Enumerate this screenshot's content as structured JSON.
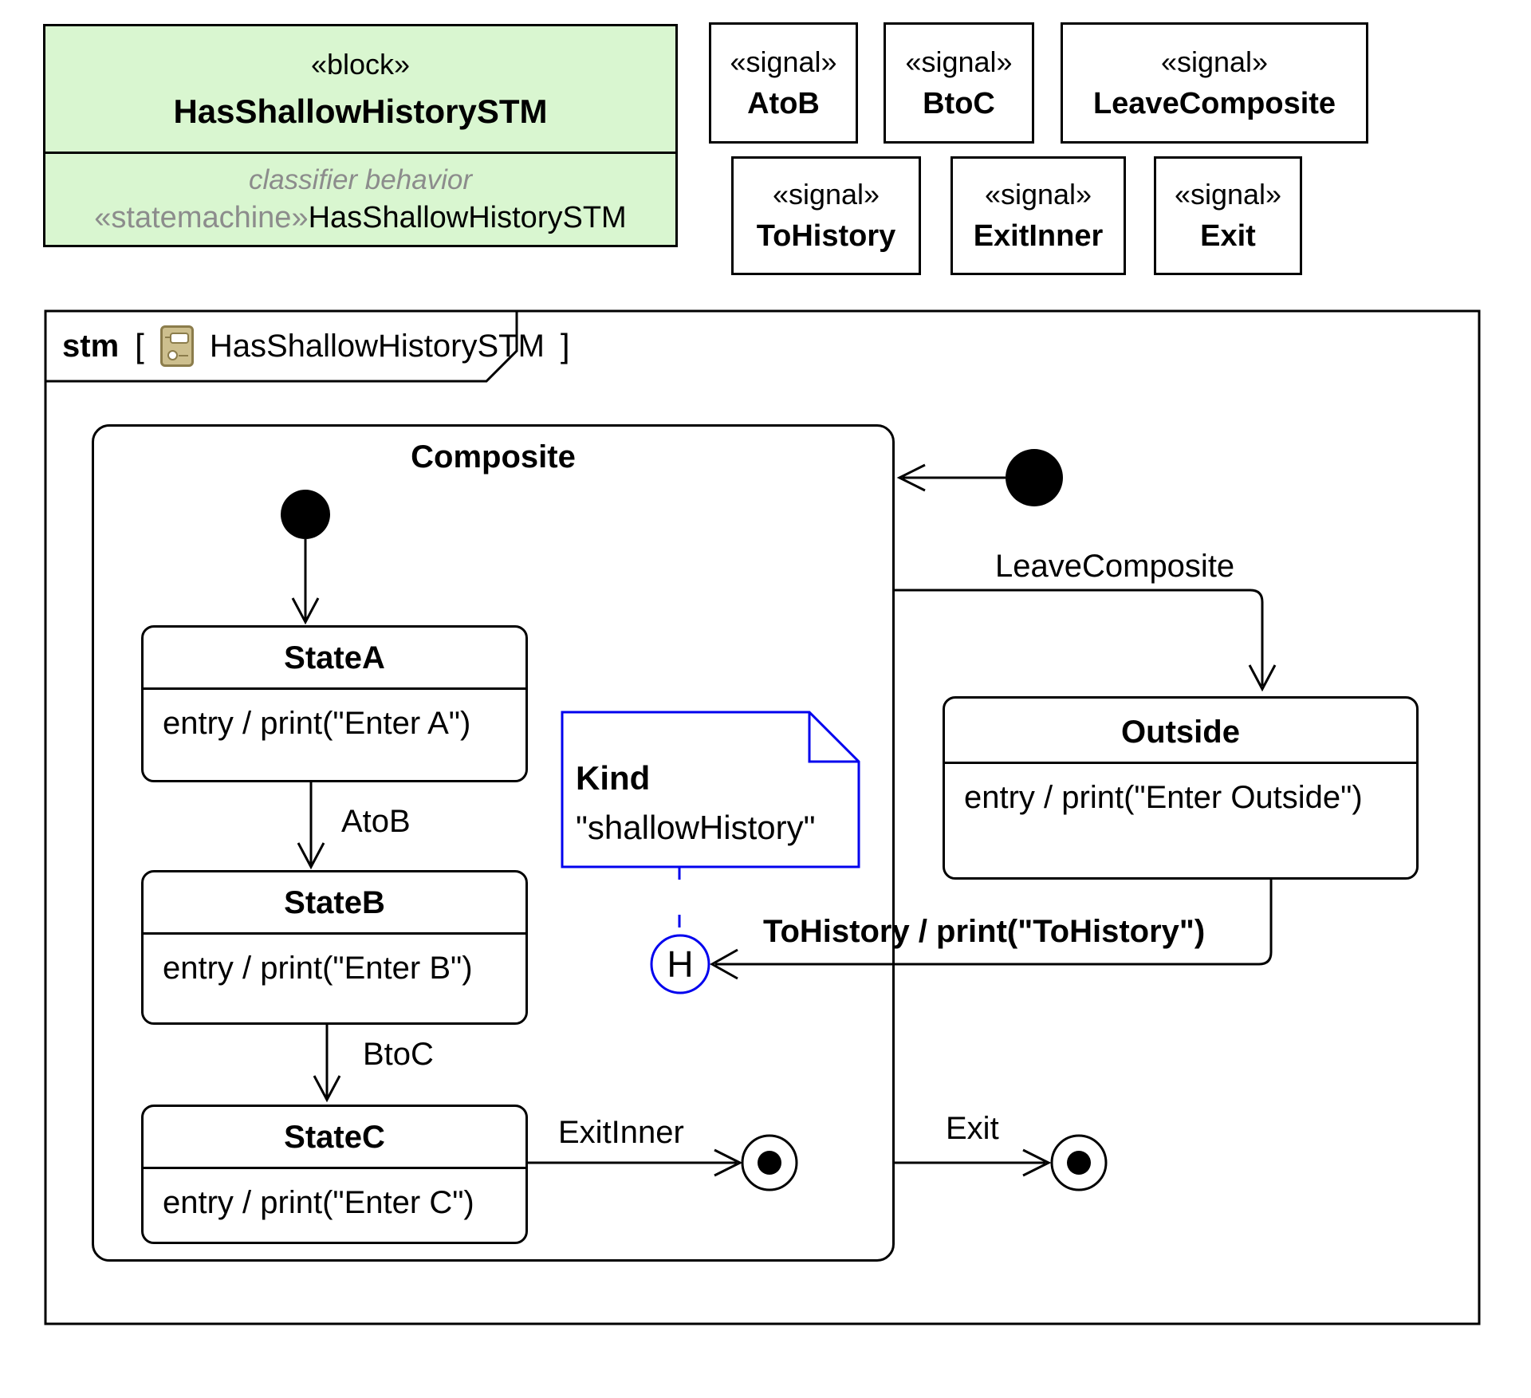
{
  "colors": {
    "block-fill": "#d9f6d0",
    "diagram-blue": "#0202ee",
    "icon-fill": "#cdbf8e",
    "icon-border": "#8b7c4b",
    "gray-text": "#8c8c8c"
  },
  "block": {
    "stereotype": "«block»",
    "name": "HasShallowHistorySTM",
    "behavior_label": "classifier behavior",
    "behavior_stereotype": "«statemachine»",
    "behavior_name": "HasShallowHistorySTM"
  },
  "signals": [
    {
      "stereotype": "«signal»",
      "name": "AtoB"
    },
    {
      "stereotype": "«signal»",
      "name": "BtoC"
    },
    {
      "stereotype": "«signal»",
      "name": "LeaveComposite"
    },
    {
      "stereotype": "«signal»",
      "name": "ToHistory"
    },
    {
      "stereotype": "«signal»",
      "name": "ExitInner"
    },
    {
      "stereotype": "«signal»",
      "name": "Exit"
    }
  ],
  "frame": {
    "kind_label": "stm",
    "bracket_open": "[",
    "diagram_name": "HasShallowHistorySTM",
    "bracket_close": "]"
  },
  "diagram": {
    "composite_title": "Composite",
    "states": [
      {
        "name": "StateA",
        "entry": "entry /  print(\"Enter A\")"
      },
      {
        "name": "StateB",
        "entry": "entry /  print(\"Enter B\")"
      },
      {
        "name": "StateC",
        "entry": "entry /  print(\"Enter C\")"
      }
    ],
    "outside": {
      "name": "Outside",
      "entry": "entry /  print(\"Enter Outside\")"
    },
    "transitions": {
      "a_to_b": "AtoB",
      "b_to_c": "BtoC",
      "leave_composite": "LeaveComposite",
      "to_history": "ToHistory / print(\"ToHistory\")",
      "exit_inner": "ExitInner",
      "exit": "Exit"
    },
    "note": {
      "title": "Kind",
      "body": "\"shallowHistory\""
    },
    "history_label": "H"
  }
}
